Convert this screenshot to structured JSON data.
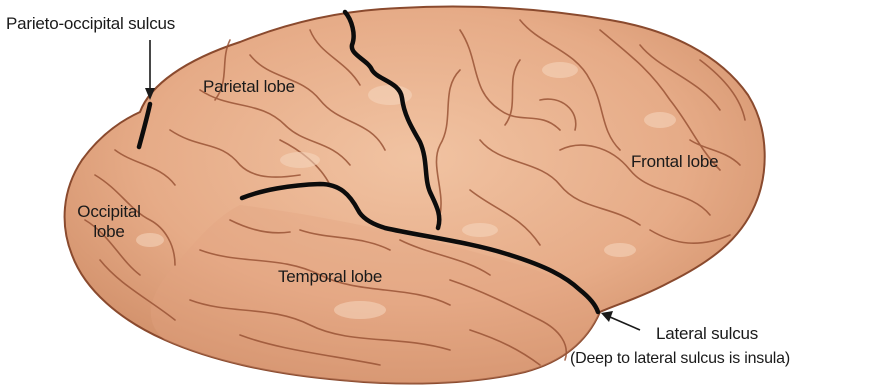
{
  "labels": {
    "parieto_occipital_sulcus": "Parieto-occipital sulcus",
    "parietal_lobe": "Parietal lobe",
    "frontal_lobe": "Frontal lobe",
    "occipital_lobe_line1": "Occipital",
    "occipital_lobe_line2": "lobe",
    "temporal_lobe": "Temporal lobe",
    "lateral_sulcus": "Lateral sulcus",
    "lateral_sulcus_note": "(Deep to lateral sulcus is insula)"
  },
  "colors": {
    "brain_fill": "#e8b08e",
    "brain_edge": "#8a4a2e",
    "gyrus_line": "#9a5436",
    "highlight": "#f6d7bf",
    "sulcus_mark": "#0c0c0c",
    "text": "#1a1a1a"
  }
}
